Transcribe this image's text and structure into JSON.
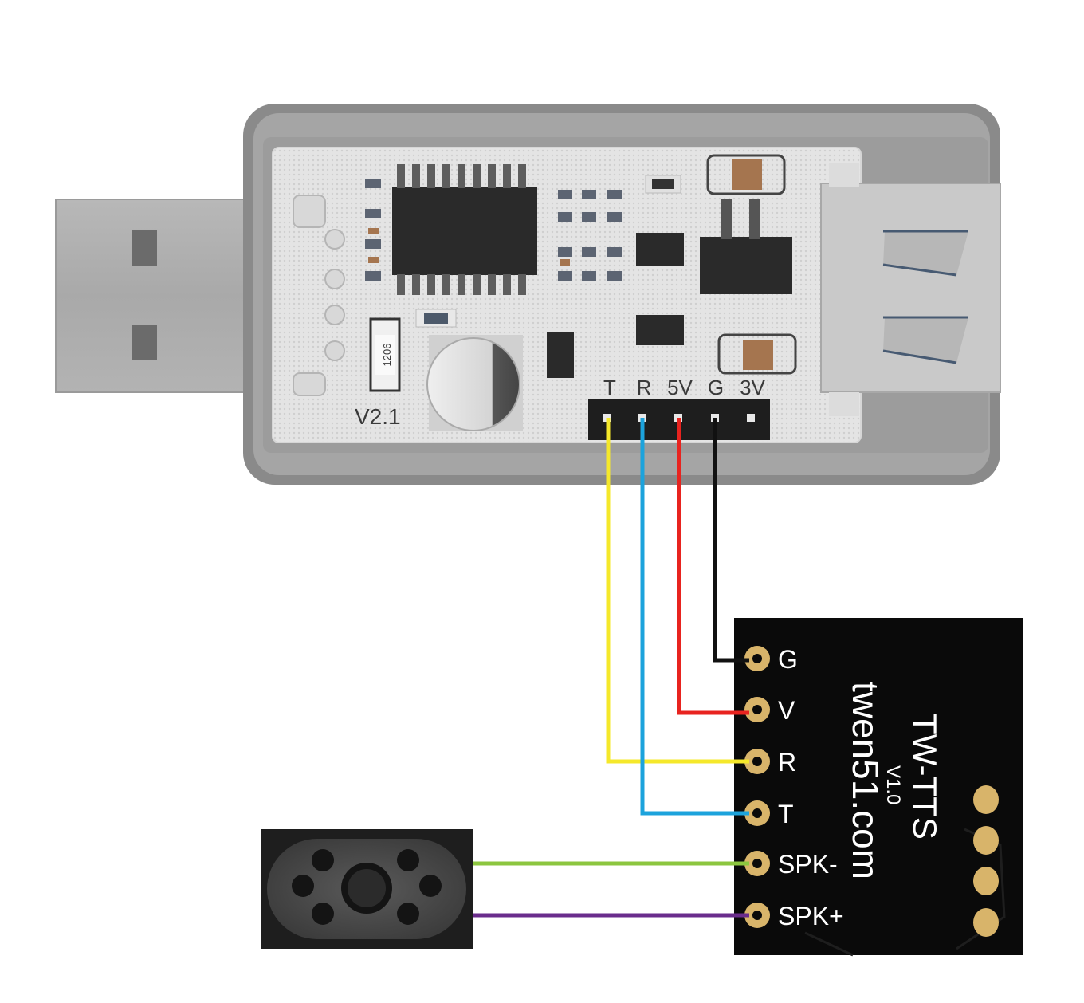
{
  "usb_adapter": {
    "header_pins": [
      "T",
      "R",
      "5V",
      "G",
      "3V"
    ],
    "version": "V2.1",
    "resistor_code": "1206"
  },
  "tts_module": {
    "title": "TW-TTS",
    "version": "V1.0",
    "website": "twen51.com",
    "pins": [
      "G",
      "V",
      "R",
      "T",
      "SPK-",
      "SPK+"
    ]
  },
  "wires": [
    {
      "from": "G",
      "to": "G",
      "color": "#111111"
    },
    {
      "from": "5V",
      "to": "V",
      "color": "#e8231f"
    },
    {
      "from": "T",
      "to": "R",
      "color": "#f5e82a"
    },
    {
      "from": "R",
      "to": "T",
      "color": "#1ca3dc"
    },
    {
      "from": "speaker",
      "to": "SPK-",
      "color": "#8cc63f"
    },
    {
      "from": "speaker",
      "to": "SPK+",
      "color": "#6a2c8c"
    }
  ]
}
